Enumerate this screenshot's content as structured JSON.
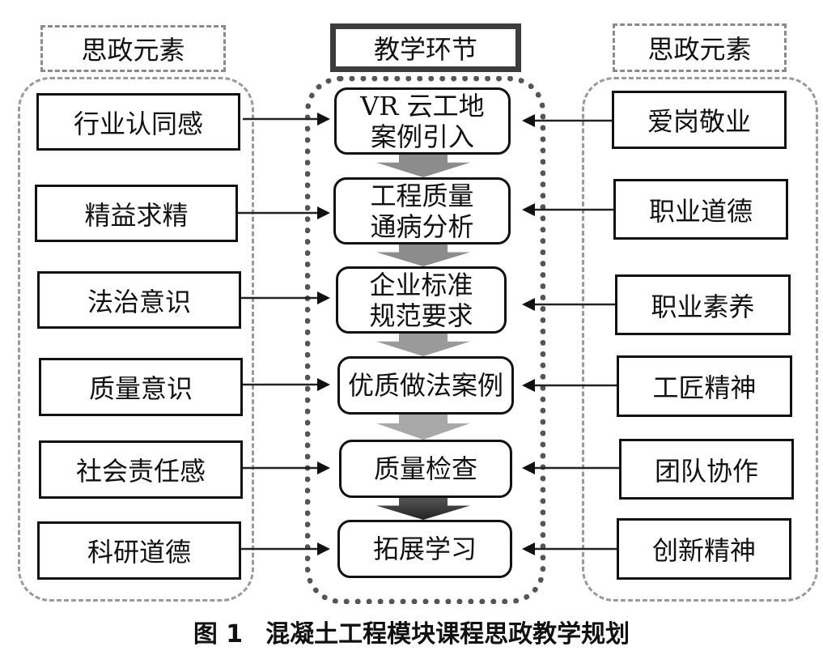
{
  "headers": {
    "left": "思政元素",
    "center": "教学环节",
    "right": "思政元素"
  },
  "left_elements": [
    "行业认同感",
    "精益求精",
    "法治意识",
    "质量意识",
    "社会责任感",
    "科研道德"
  ],
  "teaching_steps": [
    {
      "line1": "VR 云工地",
      "line2": "案例引入"
    },
    {
      "line1": "工程质量",
      "line2": "通病分析"
    },
    {
      "line1": "企业标准",
      "line2": "规范要求"
    },
    {
      "line1": "优质做法案例",
      "line2": ""
    },
    {
      "line1": "质量检查",
      "line2": ""
    },
    {
      "line1": "拓展学习",
      "line2": ""
    }
  ],
  "right_elements": [
    "爱岗敬业",
    "职业道德",
    "职业素养",
    "工匠精神",
    "团队协作",
    "创新精神"
  ],
  "flow_arrow_colors": [
    "#8c8c8c",
    "#8c8c8c",
    "#9a9a9a",
    "#a8a8a8",
    "#333333"
  ],
  "caption": {
    "figure_number": "图 1",
    "title": "混凝土工程模块课程思政教学规划"
  }
}
